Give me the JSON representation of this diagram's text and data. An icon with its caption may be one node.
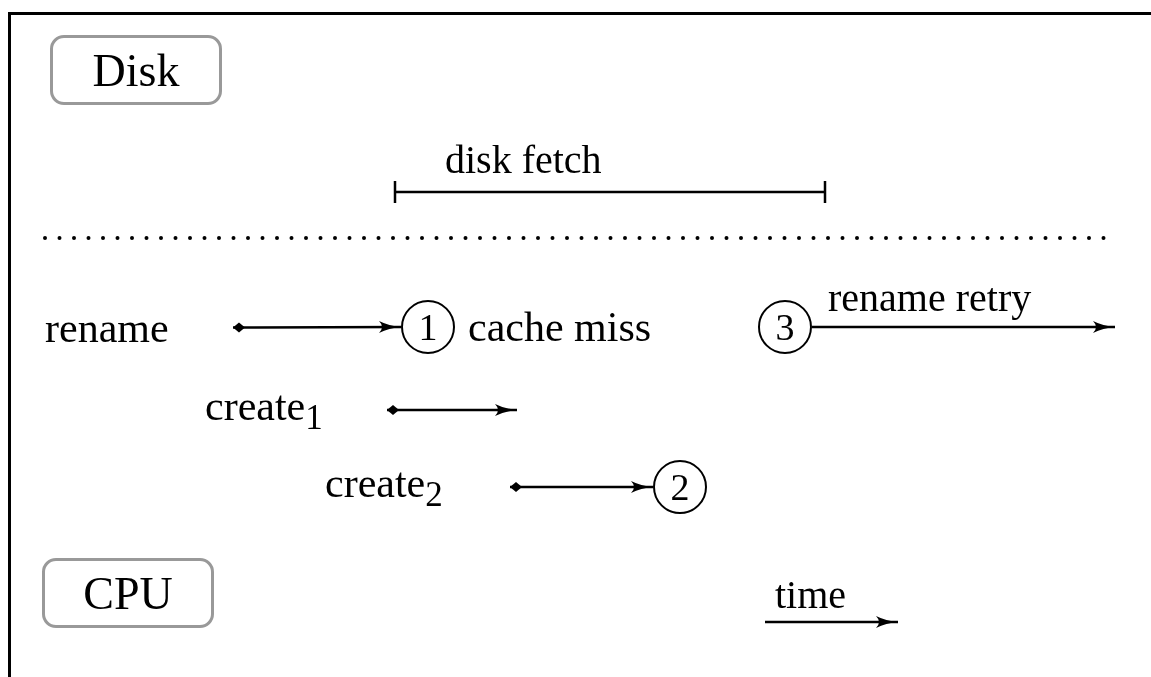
{
  "diagram": {
    "nodes": [
      {
        "text": [
          "Disk"
        ]
      },
      {
        "text": [
          "CPU"
        ]
      },
      {
        "text": [
          "rename"
        ]
      },
      {
        "text": [
          "1"
        ],
        "beside": [
          "cache miss"
        ]
      },
      {
        "text": [
          "create$_{1}$"
        ]
      },
      {
        "text": [
          "create$_{2}$"
        ]
      },
      {
        "text": [
          "2"
        ]
      },
      {
        "text": [
          "3"
        ]
      }
    ],
    "edges": [
      {
        "from": 2,
        "to": 3,
        "arrow": "to"
      },
      {
        "from": 4,
        "to": null,
        "arrow": "to"
      },
      {
        "from": 5,
        "to": 6,
        "arrow": "to"
      },
      {
        "from": 7,
        "to": null,
        "arrow": "to",
        "label": "rename retry"
      }
    ],
    "labels": [
      "disk fetch",
      "time"
    ]
  }
}
